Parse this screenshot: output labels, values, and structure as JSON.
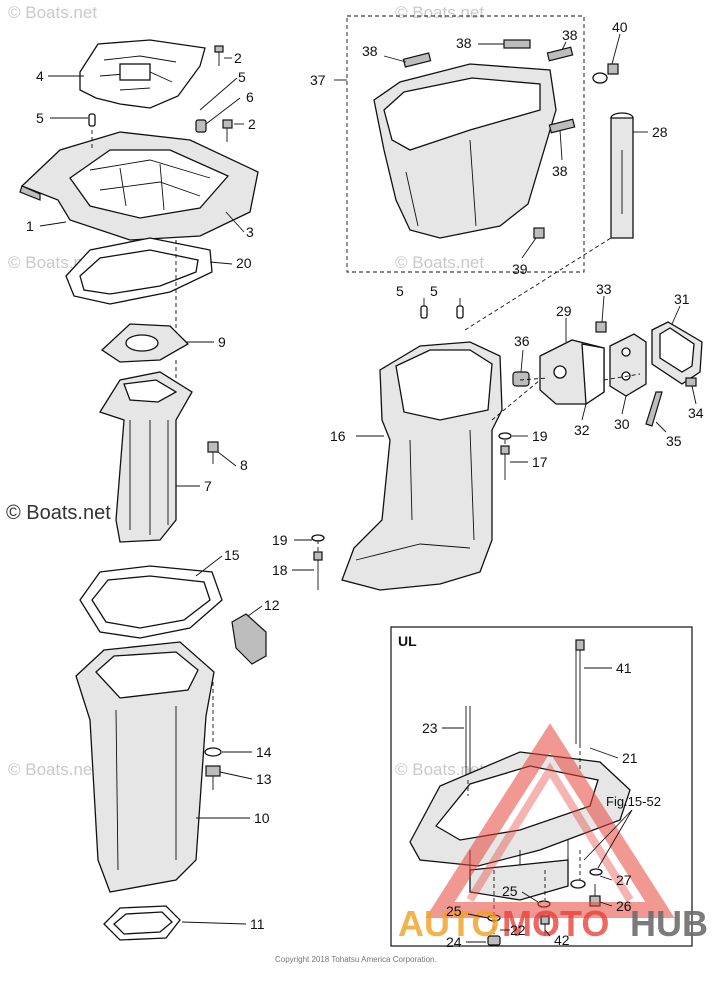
{
  "watermarks": {
    "boats": "© Boats.net",
    "boats_bold": "© Boats.net"
  },
  "copyright": "Copyright 2018 Tohatsu America Corporation.",
  "ul_box": {
    "title": "UL"
  },
  "logo": {
    "part1": "AUTO",
    "part2": "MOTO",
    "part3": "HUB"
  },
  "callouts": [
    {
      "id": "c-2a",
      "text": "2"
    },
    {
      "id": "c-4",
      "text": "4"
    },
    {
      "id": "c-5a",
      "text": "5"
    },
    {
      "id": "c-6",
      "text": "6"
    },
    {
      "id": "c-5b",
      "text": "5"
    },
    {
      "id": "c-2b",
      "text": "2"
    },
    {
      "id": "c-1",
      "text": "1"
    },
    {
      "id": "c-3",
      "text": "3"
    },
    {
      "id": "c-20",
      "text": "20"
    },
    {
      "id": "c-9",
      "text": "9"
    },
    {
      "id": "c-8",
      "text": "8"
    },
    {
      "id": "c-7",
      "text": "7"
    },
    {
      "id": "c-15",
      "text": "15"
    },
    {
      "id": "c-12",
      "text": "12"
    },
    {
      "id": "c-14",
      "text": "14"
    },
    {
      "id": "c-13",
      "text": "13"
    },
    {
      "id": "c-10",
      "text": "10"
    },
    {
      "id": "c-11",
      "text": "11"
    },
    {
      "id": "c-37",
      "text": "37"
    },
    {
      "id": "c-38a",
      "text": "38"
    },
    {
      "id": "c-38b",
      "text": "38"
    },
    {
      "id": "c-38c",
      "text": "38"
    },
    {
      "id": "c-38d",
      "text": "38"
    },
    {
      "id": "c-40",
      "text": "40"
    },
    {
      "id": "c-28",
      "text": "28"
    },
    {
      "id": "c-39",
      "text": "39"
    },
    {
      "id": "c-5c",
      "text": "5"
    },
    {
      "id": "c-5d",
      "text": "5"
    },
    {
      "id": "c-33",
      "text": "33"
    },
    {
      "id": "c-31",
      "text": "31"
    },
    {
      "id": "c-29",
      "text": "29"
    },
    {
      "id": "c-36",
      "text": "36"
    },
    {
      "id": "c-34",
      "text": "34"
    },
    {
      "id": "c-16",
      "text": "16"
    },
    {
      "id": "c-32",
      "text": "32"
    },
    {
      "id": "c-30",
      "text": "30"
    },
    {
      "id": "c-35",
      "text": "35"
    },
    {
      "id": "c-19a",
      "text": "19"
    },
    {
      "id": "c-17",
      "text": "17"
    },
    {
      "id": "c-19b",
      "text": "19"
    },
    {
      "id": "c-18",
      "text": "18"
    },
    {
      "id": "c-41",
      "text": "41"
    },
    {
      "id": "c-23",
      "text": "23"
    },
    {
      "id": "c-21",
      "text": "21"
    },
    {
      "id": "c-fig",
      "text": "Fig.15-52"
    },
    {
      "id": "c-27",
      "text": "27"
    },
    {
      "id": "c-25a",
      "text": "25"
    },
    {
      "id": "c-26",
      "text": "26"
    },
    {
      "id": "c-25b",
      "text": "25"
    },
    {
      "id": "c-22",
      "text": "22"
    },
    {
      "id": "c-42",
      "text": "42"
    },
    {
      "id": "c-24",
      "text": "24"
    }
  ]
}
